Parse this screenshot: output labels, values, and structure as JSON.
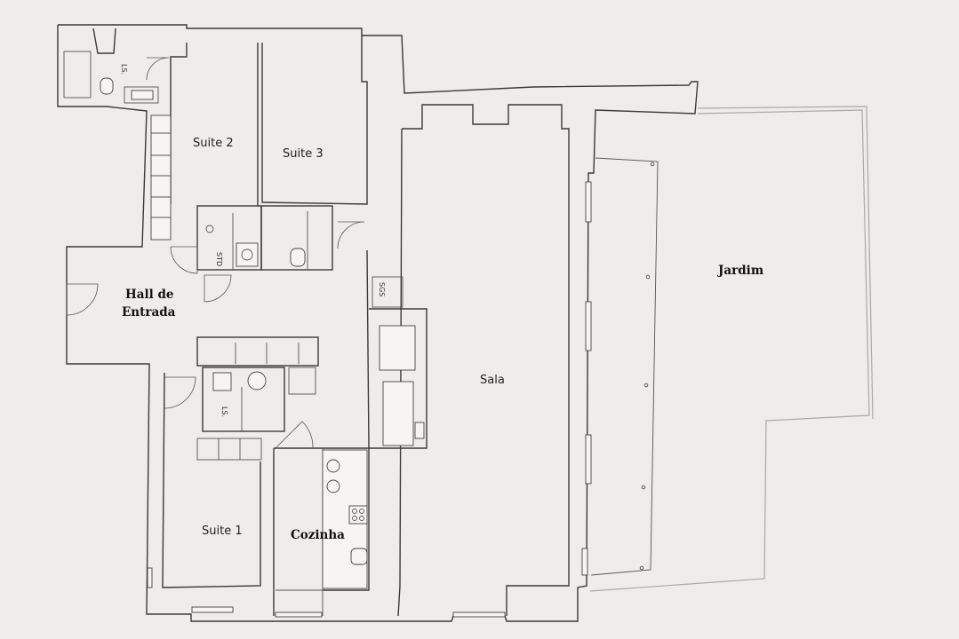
{
  "rooms": {
    "suite2": "Suite 2",
    "suite3": "Suite 3",
    "suite1": "Suite 1",
    "sala": "Sala",
    "hall_line1": "Hall de",
    "hall_line2": "Entrada",
    "cozinha": "Cozinha",
    "jardim": "Jardim"
  },
  "marks": {
    "ls_top": "LS.",
    "ls_mid": "LS.",
    "std": "STD",
    "sgs": "SGS"
  }
}
